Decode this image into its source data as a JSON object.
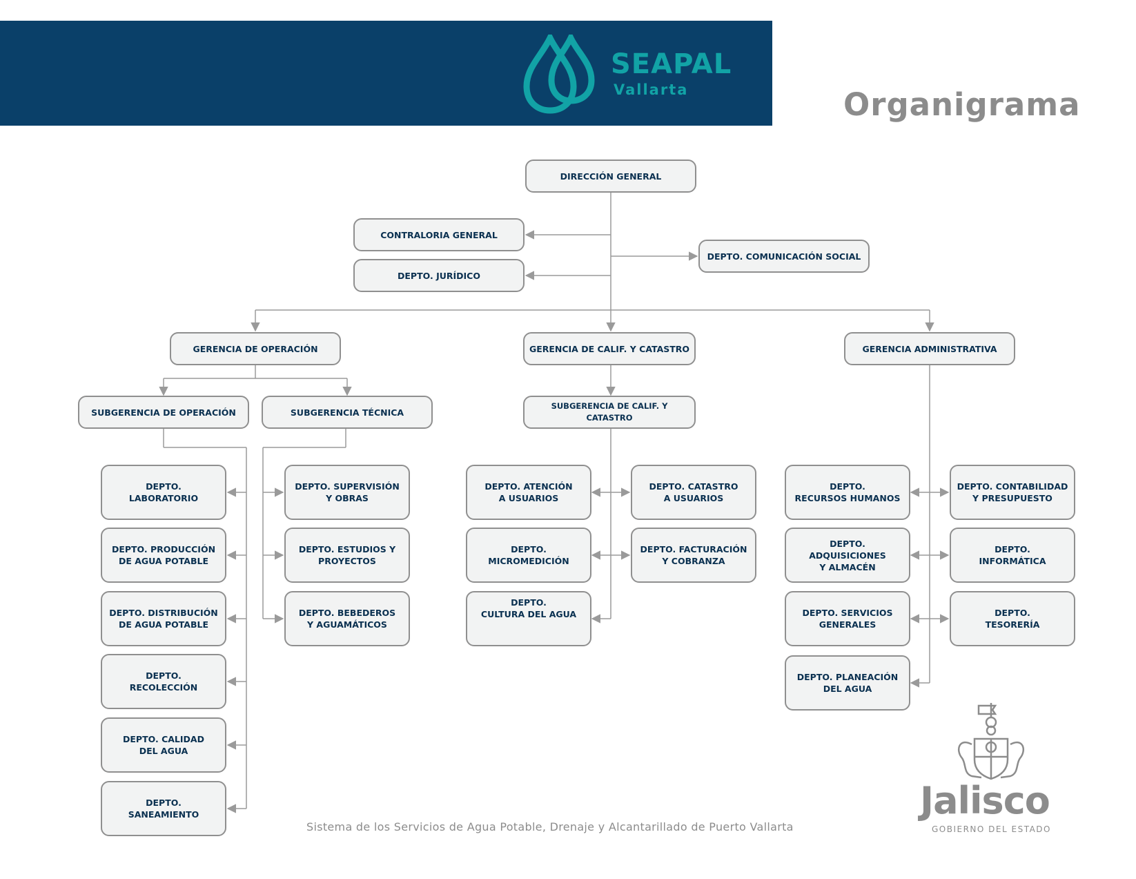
{
  "header": {
    "brand_name": "SEAPAL",
    "brand_city": "Vallarta",
    "title": "Organigrama"
  },
  "colors": {
    "banner": "#0a4069",
    "brand": "#12a3a6",
    "box_fill": "#f2f3f3",
    "box_border": "#8f8f8f",
    "box_text": "#0a3050",
    "connector": "#9a9a9a",
    "muted_text": "#8c8c8c"
  },
  "nodes": {
    "direccion_general": "DIRECCIÓN GENERAL",
    "contraloria_general": "CONTRALORIA GENERAL",
    "depto_juridico": "DEPTO. JURÍDICO",
    "depto_comunicacion_social": "DEPTO. COMUNICACIÓN SOCIAL",
    "gerencia_operacion": "GERENCIA DE OPERACIÓN",
    "gerencia_calif_catastro": "GERENCIA DE CALIF. Y CATASTRO",
    "gerencia_administrativa": "GERENCIA ADMINISTRATIVA",
    "subgerencia_operacion": "SUBGERENCIA DE OPERACIÓN",
    "subgerencia_tecnica": "SUBGERENCIA TÉCNICA",
    "subgerencia_calif_catastro": "SUBGERENCIA DE CALIF. Y CATASTRO",
    "depto_laboratorio": "DEPTO.\nLABORATORIO",
    "depto_produccion": "DEPTO. PRODUCCIÓN\nDE AGUA POTABLE",
    "depto_distribucion": "DEPTO. DISTRIBUCIÓN\nDE AGUA POTABLE",
    "depto_recoleccion": "DEPTO.\nRECOLECCIÓN",
    "depto_calidad": "DEPTO. CALIDAD\nDEL AGUA",
    "depto_saneamiento": "DEPTO.\nSANEAMIENTO",
    "depto_supervision": "DEPTO.  SUPERVISIÓN\nY OBRAS",
    "depto_estudios": "DEPTO. ESTUDIOS Y\nPROYECTOS",
    "depto_bebederos": "DEPTO. BEBEDEROS\nY AGUAMÁTICOS",
    "depto_atencion": "DEPTO. ATENCIÓN\nA USUARIOS",
    "depto_micromedicion": "DEPTO.\nMICROMEDICIÓN",
    "depto_cultura": "DEPTO.\nCULTURA DEL AGUA",
    "depto_catastro": "DEPTO.  CATASTRO\nA USUARIOS",
    "depto_facturacion": "DEPTO. FACTURACIÓN\nY  COBRANZA",
    "depto_rh": "DEPTO.\nRECURSOS HUMANOS",
    "depto_adquisiciones": "DEPTO. ADQUISICIONES\nY ALMACÉN",
    "depto_servicios": "DEPTO. SERVICIOS\nGENERALES",
    "depto_planeacion": "DEPTO. PLANEACIÓN\nDEL AGUA",
    "depto_contabilidad": "DEPTO.  CONTABILIDAD\nY PRESUPUESTO",
    "depto_informatica": "DEPTO.\nINFORMÁTICA",
    "depto_tesoreria": "DEPTO.\nTESORERÍA"
  },
  "footer": {
    "text": "Sistema de los Servicios de Agua Potable, Drenaje y Alcantarillado de Puerto Vallarta",
    "gov_name": "Jalisco",
    "gov_sub": "GOBIERNO DEL ESTADO"
  }
}
